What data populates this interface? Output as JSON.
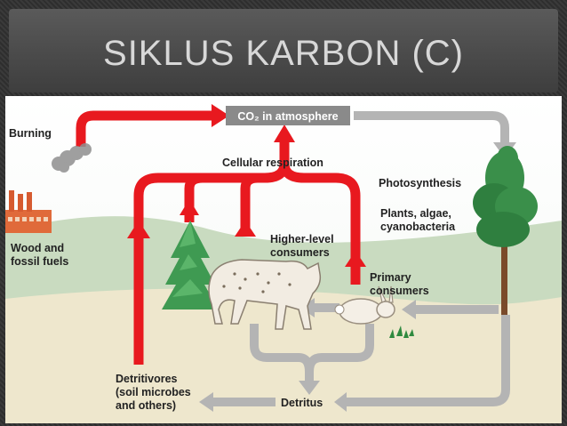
{
  "slide": {
    "title": "SIKLUS KARBON (C)"
  },
  "diagram": {
    "labels": {
      "co2": "CO₂ in atmosphere",
      "burning": "Burning",
      "cellular_respiration": "Cellular respiration",
      "photosynthesis": "Photosynthesis",
      "plants": [
        "Plants, algae,",
        "cyanobacteria"
      ],
      "higher_consumers": [
        "Higher-level",
        "consumers"
      ],
      "primary_consumers": [
        "Primary",
        "consumers"
      ],
      "wood_fuels": [
        "Wood and",
        "fossil fuels"
      ],
      "detritivores": [
        "Detritivores",
        "(soil microbes",
        "and others)"
      ],
      "detritus": "Detritus"
    },
    "colors": {
      "red_flow": "#e8191f",
      "gray_flow": "#b4b4b4",
      "co2_box": "#8a8a8a",
      "sky": "#ffffff",
      "hill": "#c9dbc0",
      "ground": "#eee7cd"
    }
  }
}
